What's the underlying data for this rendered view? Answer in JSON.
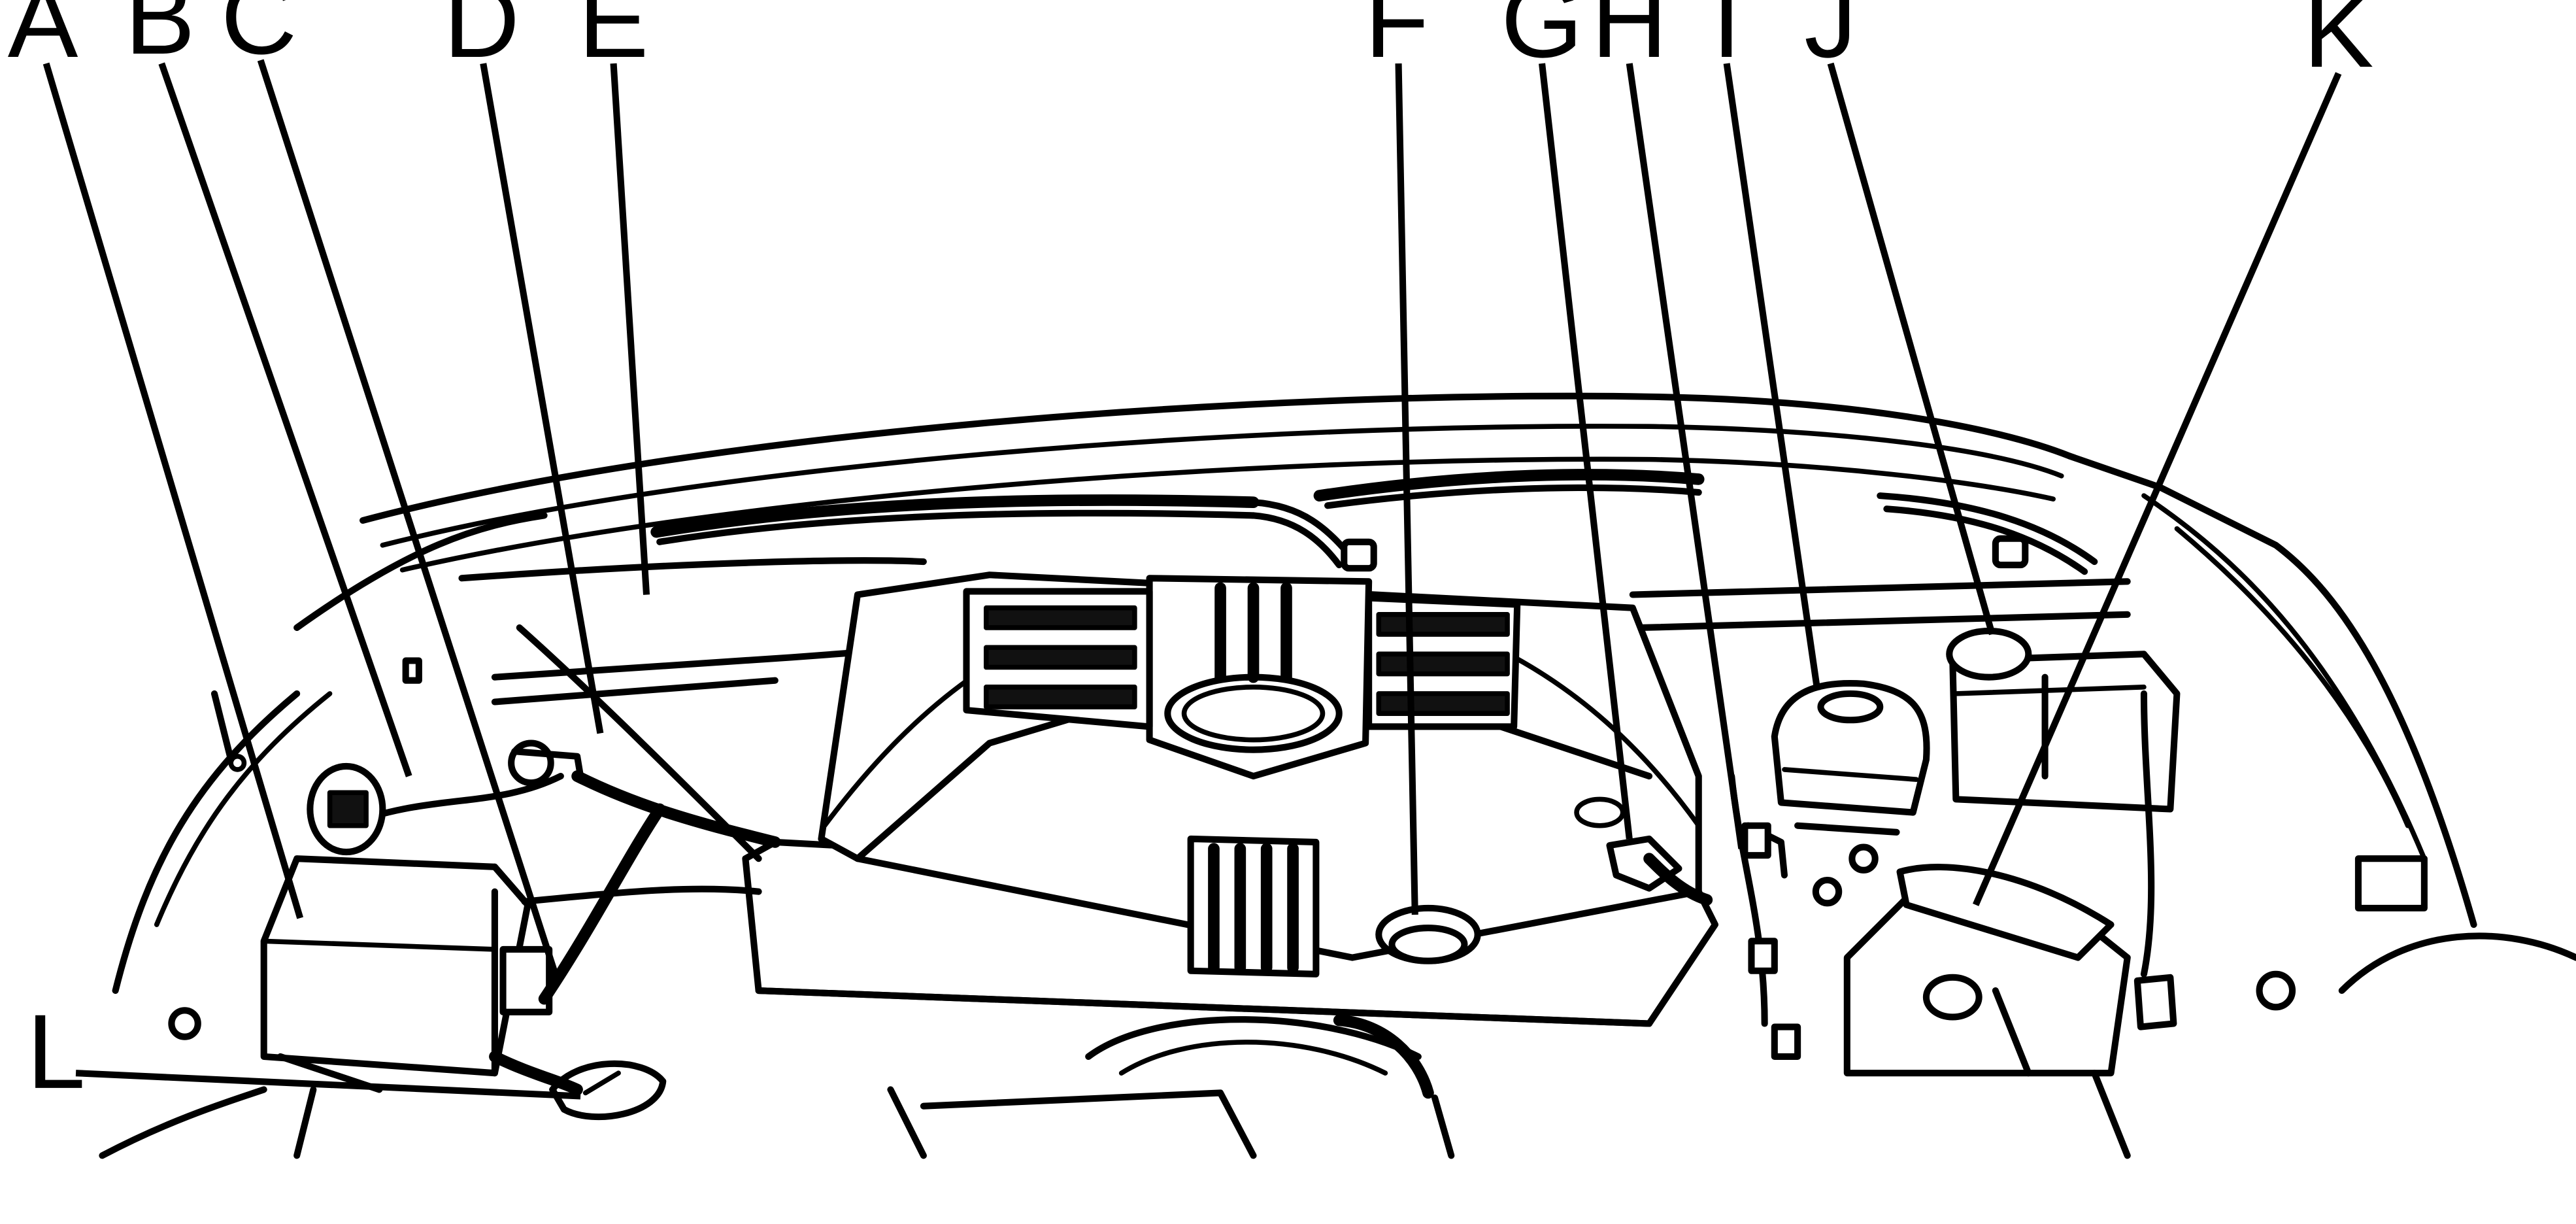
{
  "callouts": [
    {
      "id": "A",
      "label": "A"
    },
    {
      "id": "B",
      "label": "B"
    },
    {
      "id": "C",
      "label": "C"
    },
    {
      "id": "D",
      "label": "D"
    },
    {
      "id": "E",
      "label": "E"
    },
    {
      "id": "F",
      "label": "F"
    },
    {
      "id": "G",
      "label": "G"
    },
    {
      "id": "H",
      "label": "H"
    },
    {
      "id": "I",
      "label": "I"
    },
    {
      "id": "J",
      "label": "J"
    },
    {
      "id": "K",
      "label": "K"
    },
    {
      "id": "L",
      "label": "L"
    }
  ]
}
